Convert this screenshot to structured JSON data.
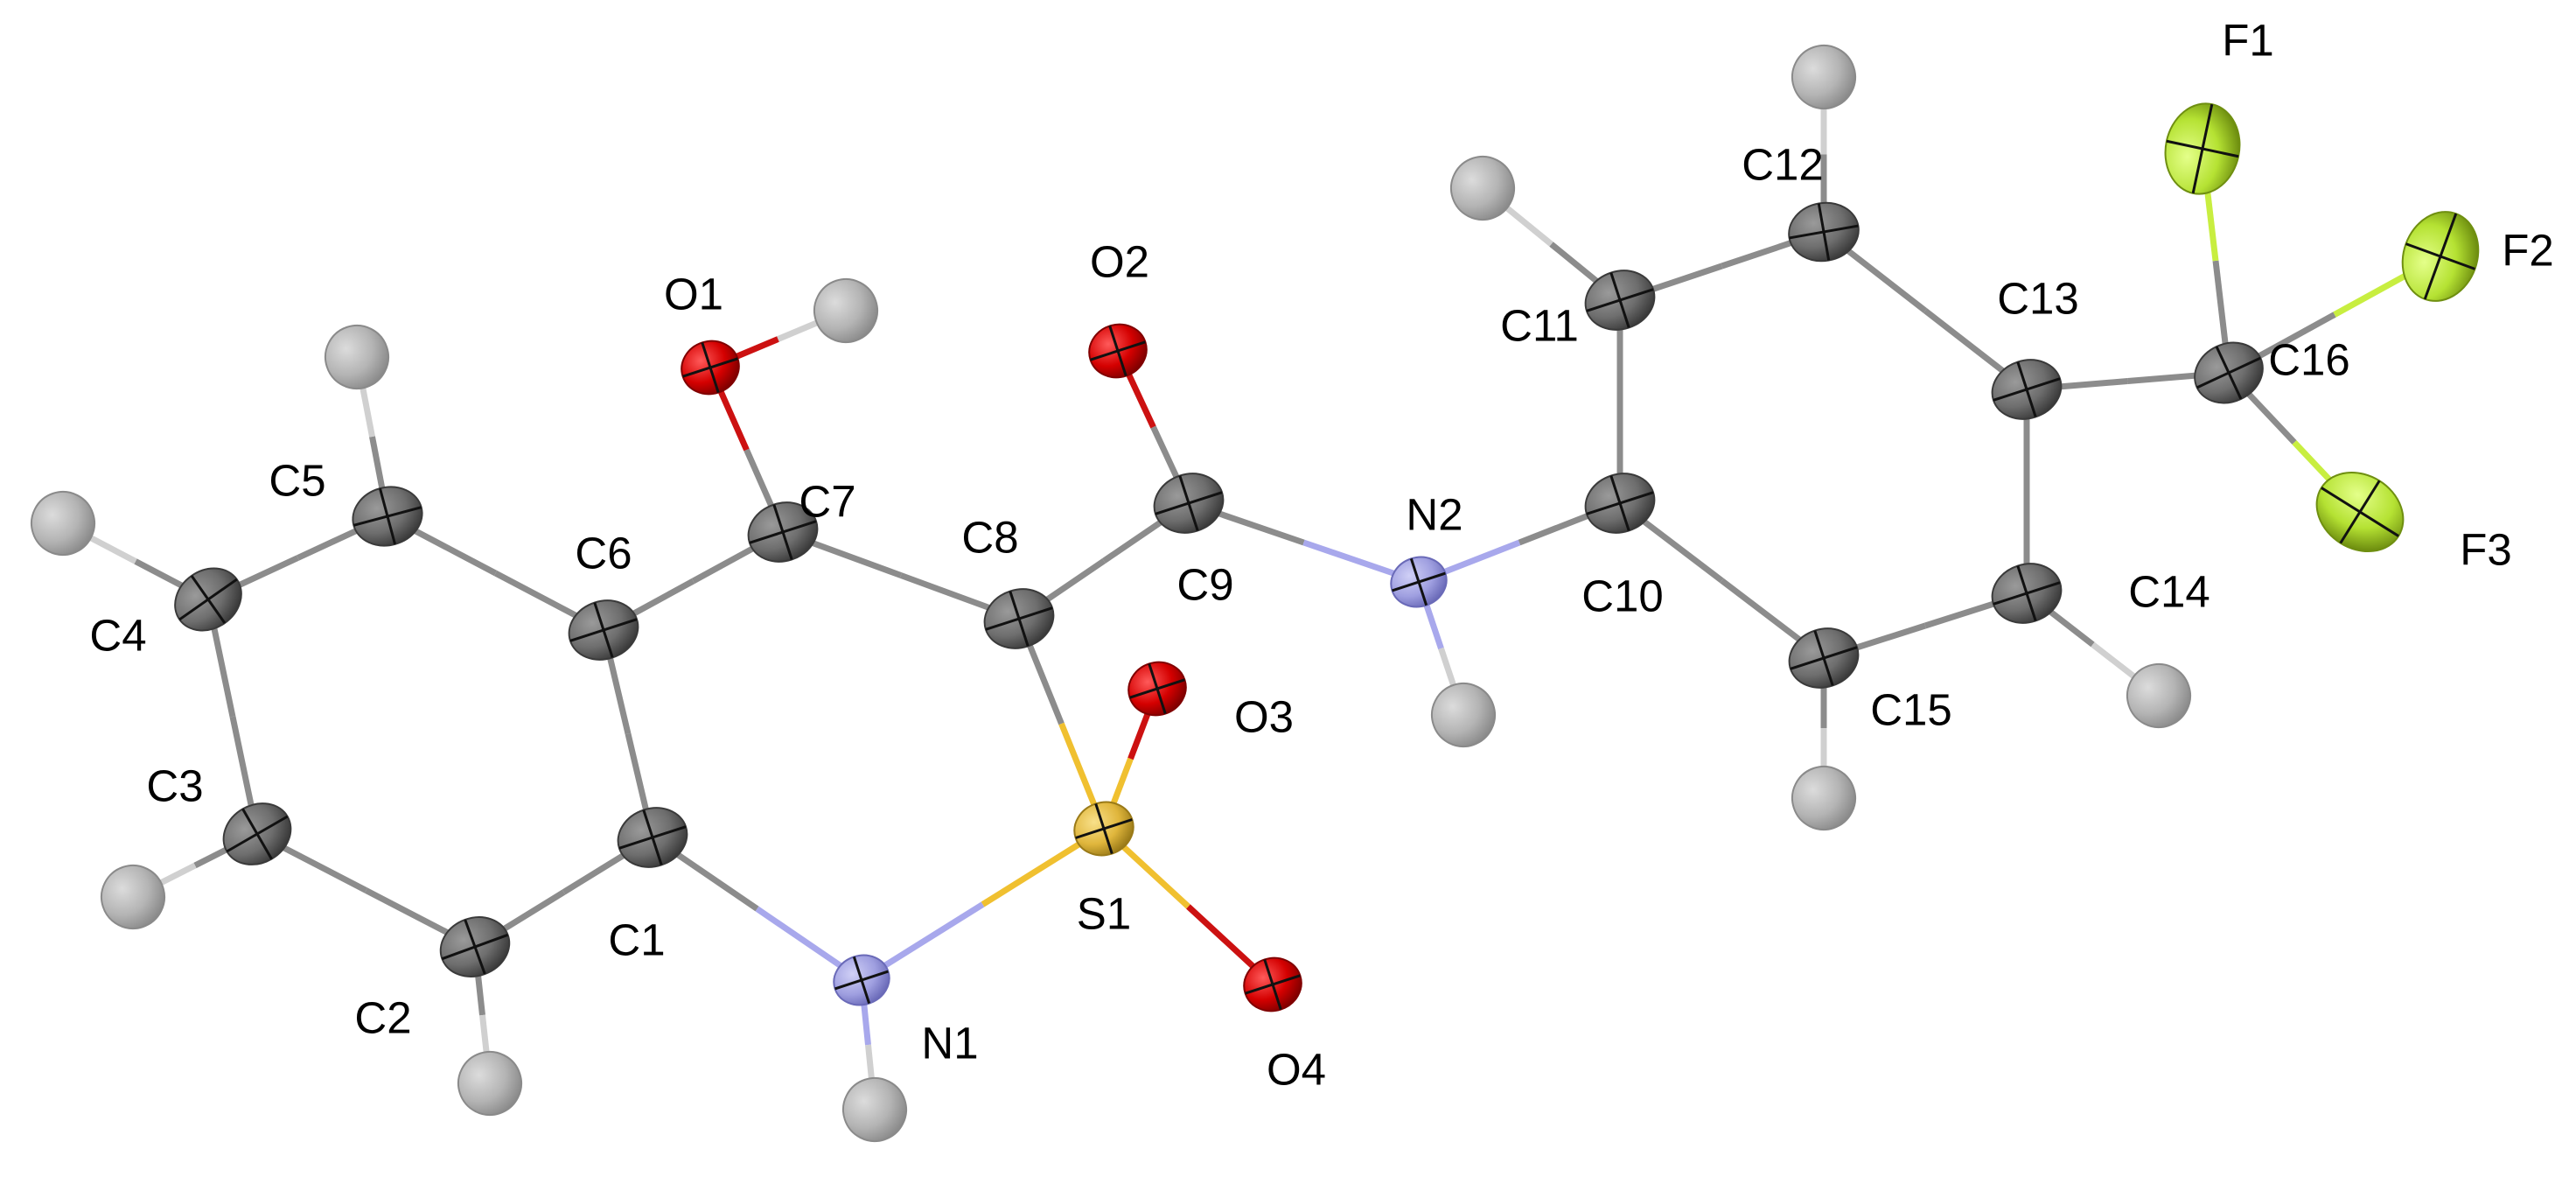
{
  "molecule": {
    "palette": {
      "C": {
        "fill": "#6e6e6e",
        "shade": "#3a3a3a",
        "bond": "#8c8c8c"
      },
      "H": {
        "fill": "#b4b4b4",
        "shade": "#8a8a8a",
        "bond": "#d0d0d0"
      },
      "N": {
        "fill": "#9f9fe0",
        "shade": "#6a6ab8",
        "bond": "#a8a8ec"
      },
      "O": {
        "fill": "#d40000",
        "shade": "#800000",
        "bond": "#cc1111"
      },
      "S": {
        "fill": "#e0b63c",
        "shade": "#9a7a18",
        "bond": "#f0c030"
      },
      "F": {
        "fill": "#b5e233",
        "shade": "#6f8f10",
        "bond": "#c8ee40"
      }
    },
    "atoms": [
      {
        "id": "C1",
        "el": "C",
        "label": "C1"
      },
      {
        "id": "C2",
        "el": "C",
        "label": "C2"
      },
      {
        "id": "C3",
        "el": "C",
        "label": "C3"
      },
      {
        "id": "C4",
        "el": "C",
        "label": "C4"
      },
      {
        "id": "C5",
        "el": "C",
        "label": "C5"
      },
      {
        "id": "C6",
        "el": "C",
        "label": "C6"
      },
      {
        "id": "C7",
        "el": "C",
        "label": "C7"
      },
      {
        "id": "C8",
        "el": "C",
        "label": "C8"
      },
      {
        "id": "C9",
        "el": "C",
        "label": "C9"
      },
      {
        "id": "C10",
        "el": "C",
        "label": "C10"
      },
      {
        "id": "C11",
        "el": "C",
        "label": "C11"
      },
      {
        "id": "C12",
        "el": "C",
        "label": "C12"
      },
      {
        "id": "C13",
        "el": "C",
        "label": "C13"
      },
      {
        "id": "C14",
        "el": "C",
        "label": "C14"
      },
      {
        "id": "C15",
        "el": "C",
        "label": "C15"
      },
      {
        "id": "C16",
        "el": "C",
        "label": "C16"
      },
      {
        "id": "N1",
        "el": "N",
        "label": "N1"
      },
      {
        "id": "N2",
        "el": "N",
        "label": "N2"
      },
      {
        "id": "S1",
        "el": "S",
        "label": "S1"
      },
      {
        "id": "O1",
        "el": "O",
        "label": "O1"
      },
      {
        "id": "O2",
        "el": "O",
        "label": "O2"
      },
      {
        "id": "O3",
        "el": "O",
        "label": "O3"
      },
      {
        "id": "O4",
        "el": "O",
        "label": "O4"
      },
      {
        "id": "F1",
        "el": "F",
        "label": "F1"
      },
      {
        "id": "F2",
        "el": "F",
        "label": "F2"
      },
      {
        "id": "F3",
        "el": "F",
        "label": "F3"
      },
      {
        "id": "H2",
        "el": "H"
      },
      {
        "id": "H3",
        "el": "H"
      },
      {
        "id": "H4",
        "el": "H"
      },
      {
        "id": "H5",
        "el": "H"
      },
      {
        "id": "HO1",
        "el": "H"
      },
      {
        "id": "HN1",
        "el": "H"
      },
      {
        "id": "HN2",
        "el": "H"
      },
      {
        "id": "H11",
        "el": "H"
      },
      {
        "id": "H12",
        "el": "H"
      },
      {
        "id": "H14",
        "el": "H"
      },
      {
        "id": "H15",
        "el": "H"
      }
    ],
    "bonds": [
      [
        "C1",
        "C2"
      ],
      [
        "C2",
        "C3"
      ],
      [
        "C3",
        "C4"
      ],
      [
        "C4",
        "C5"
      ],
      [
        "C5",
        "C6"
      ],
      [
        "C6",
        "C1"
      ],
      [
        "C6",
        "C7"
      ],
      [
        "C7",
        "C8"
      ],
      [
        "C7",
        "O1"
      ],
      [
        "C8",
        "S1"
      ],
      [
        "C8",
        "C9"
      ],
      [
        "C9",
        "O2"
      ],
      [
        "C9",
        "N2"
      ],
      [
        "S1",
        "O3"
      ],
      [
        "S1",
        "O4"
      ],
      [
        "S1",
        "N1"
      ],
      [
        "N1",
        "C1"
      ],
      [
        "N2",
        "C10"
      ],
      [
        "C10",
        "C11"
      ],
      [
        "C11",
        "C12"
      ],
      [
        "C12",
        "C13"
      ],
      [
        "C13",
        "C14"
      ],
      [
        "C14",
        "C15"
      ],
      [
        "C15",
        "C10"
      ],
      [
        "C13",
        "C16"
      ],
      [
        "C16",
        "F1"
      ],
      [
        "C16",
        "F2"
      ],
      [
        "C16",
        "F3"
      ],
      [
        "C2",
        "H2"
      ],
      [
        "C3",
        "H3"
      ],
      [
        "C4",
        "H4"
      ],
      [
        "C5",
        "H5"
      ],
      [
        "O1",
        "HO1"
      ],
      [
        "N1",
        "HN1"
      ],
      [
        "N2",
        "HN2"
      ],
      [
        "C11",
        "H11"
      ],
      [
        "C12",
        "H12"
      ],
      [
        "C14",
        "H14"
      ],
      [
        "C15",
        "H15"
      ]
    ]
  }
}
